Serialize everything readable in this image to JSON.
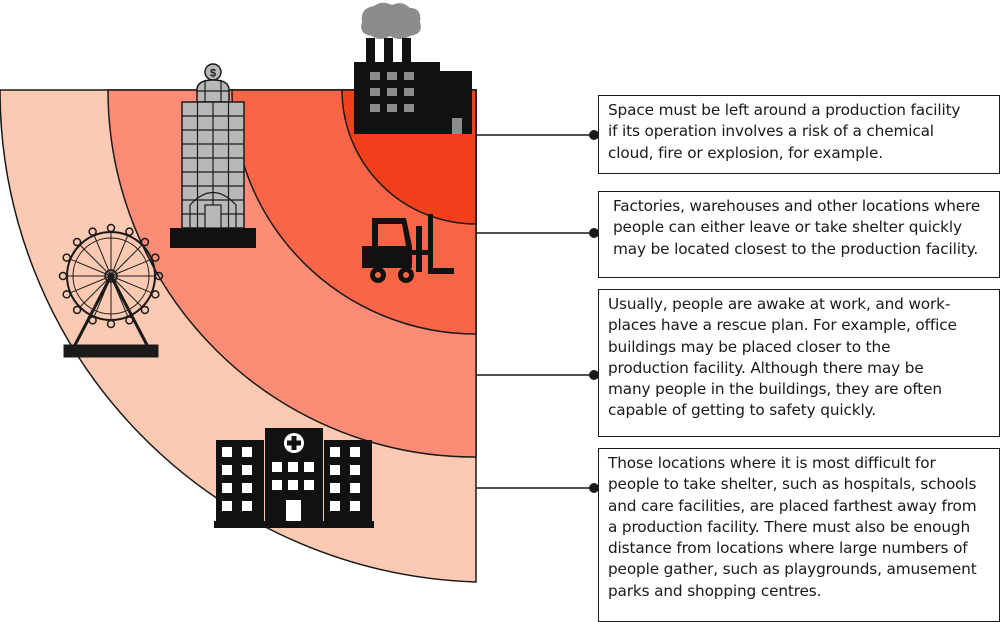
{
  "colors": {
    "zone_inner": "#f43f1c",
    "zone_second": "#fb6547",
    "zone_third": "#fd8c77",
    "zone_outer": "#fccab2",
    "outline": "#1a1a1a",
    "icon_fill": "#111111",
    "building_glass": "#b8b8b8",
    "smoke": "#8c8c8c"
  },
  "icons": [
    "factory-icon",
    "office-building-icon",
    "forklift-icon",
    "ferris-wheel-icon",
    "hospital-icon"
  ],
  "descriptions": [
    {
      "zone": "production-facility",
      "lines": [
        "Space must be left around a production facility",
        "if its operation involves a risk of a chemical",
        "cloud, fire or explosion, for example."
      ]
    },
    {
      "zone": "factories-warehouses",
      "lines": [
        "Factories, warehouses and other locations where",
        "people can either leave or take shelter quickly",
        "may be located closest to the production facility."
      ]
    },
    {
      "zone": "workplaces",
      "lines": [
        "Usually, people are awake at work, and work-",
        "places have a rescue plan. For example, office",
        "buildings may be placed closer to the",
        "production facility. Although there may be",
        "many people in the buildings, they are often",
        "capable of getting to safety quickly."
      ]
    },
    {
      "zone": "vulnerable-locations",
      "lines": [
        "Those locations where it is most difficult for",
        "people to take shelter, such as hospitals, schools",
        "and care facilities, are placed farthest away from",
        "a production facility. There must also be enough",
        "distance from locations where large numbers of",
        "people gather, such as playgrounds, amusement",
        "parks and shopping centres."
      ]
    }
  ]
}
